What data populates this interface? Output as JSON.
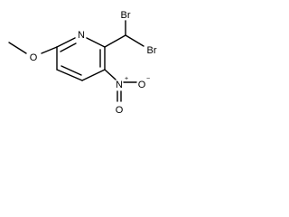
{
  "molecule": {
    "atoms": {
      "methoxy_oxygen": "O",
      "ring_nitrogen": "N",
      "bromine_upper": "Br",
      "bromine_right": "Br",
      "nitro_nitrogen": "N",
      "nitro_oxygen_left": "O",
      "nitro_oxygen_right": "O",
      "positive_charge": "+",
      "negative_charge": "−"
    }
  }
}
